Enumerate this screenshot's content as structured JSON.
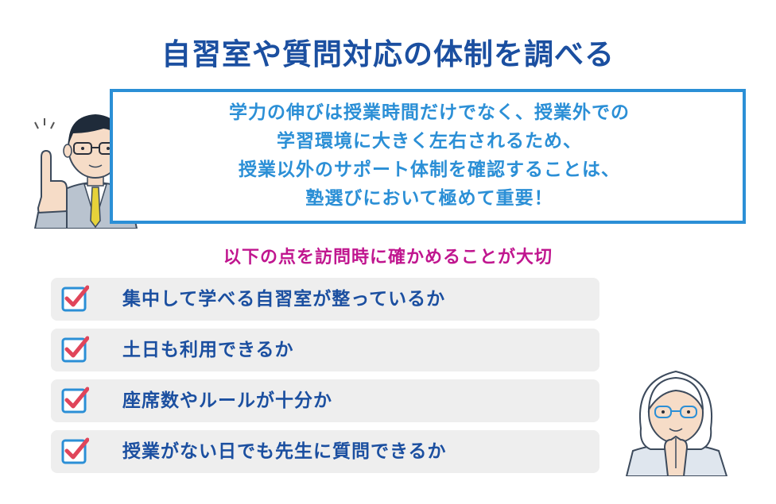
{
  "title": "自習室や質問対応の体制を調べる",
  "intro": {
    "lines": [
      "学力の伸びは授業時間だけでなく、授業外での",
      "学習環境に大きく左右されるため、",
      "授業以外のサポート体制を確認することは、",
      "塾選びにおいて極めて重要！"
    ]
  },
  "subheading": "以下の点を訪問時に確かめることが大切",
  "checklist": {
    "items": [
      "集中して学べる自習室が整っているか",
      "土日も利用できるか",
      "座席数やルールが十分か",
      "授業がない日でも先生に質問できるか"
    ]
  },
  "colors": {
    "title": "#1b4fa0",
    "accent_blue": "#2b8fd6",
    "subheading": "#c0168f",
    "check_mark": "#e0455a",
    "item_bg": "#eeeeee"
  },
  "icons": {
    "man": "businessman-pointing-illustration",
    "woman": "woman-with-glasses-illustration",
    "check": "checkbox-checked-icon"
  }
}
